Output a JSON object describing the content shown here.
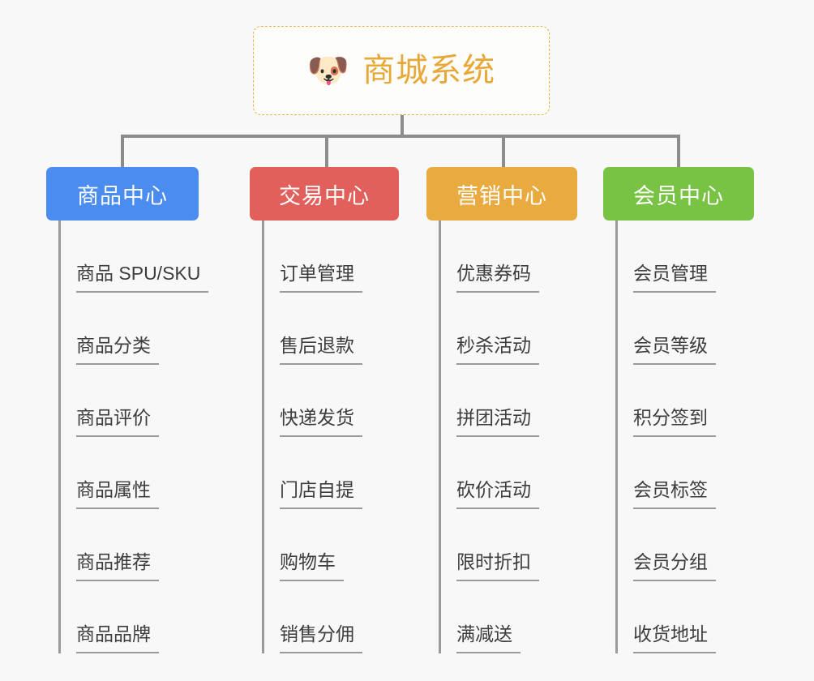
{
  "page": {
    "background_color": "#f8f8f8",
    "diagram_type": "organization-tree"
  },
  "root": {
    "icon": "dog-face-emoji",
    "icon_glyph": "🐶",
    "title": "商城系统",
    "title_color": "#e8a838",
    "border_color": "#e9b44c",
    "border_style": "dashed"
  },
  "connector": {
    "color": "#8c8c8c",
    "leaf_line_color": "#9a9a9a"
  },
  "columns": [
    {
      "id": "product-center",
      "header": "商品中心",
      "color": "#4a8cef",
      "items": [
        "商品 SPU/SKU",
        "商品分类",
        "商品评价",
        "商品属性",
        "商品推荐",
        "商品品牌"
      ]
    },
    {
      "id": "trade-center",
      "header": "交易中心",
      "color": "#e2605b",
      "items": [
        "订单管理",
        "售后退款",
        "快递发货",
        "门店自提",
        "购物车",
        "销售分佣"
      ]
    },
    {
      "id": "marketing-center",
      "header": "营销中心",
      "color": "#e9ab3f",
      "items": [
        "优惠券码",
        "秒杀活动",
        "拼团活动",
        "砍价活动",
        "限时折扣",
        "满减送"
      ]
    },
    {
      "id": "member-center",
      "header": "会员中心",
      "color": "#78c244",
      "items": [
        "会员管理",
        "会员等级",
        "积分签到",
        "会员标签",
        "会员分组",
        "收货地址"
      ]
    }
  ]
}
